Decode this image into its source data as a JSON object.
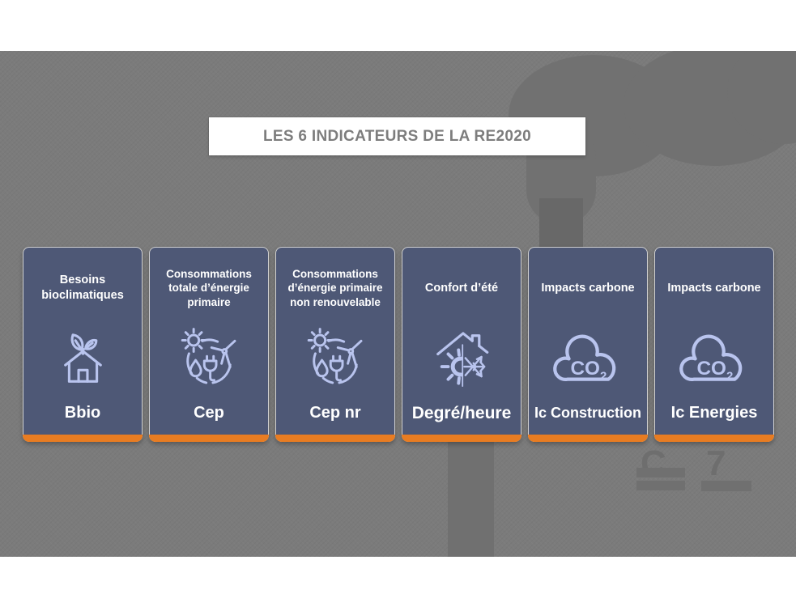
{
  "slide_title": {
    "text": "LES 6 INDICATEURS DE LA RE2020"
  },
  "colors": {
    "stage_gray": "#7b7b7b",
    "card_background": "#4e5876",
    "accent_orange": "#e87c22",
    "icon_periwinkle": "#b9c4ee",
    "title_text_gray": "#7d7d7d"
  },
  "cards": [
    {
      "title": "Besoins bioclimatiques",
      "label": "Bbio",
      "icon": "eco-house-icon"
    },
    {
      "title": "Consommations totale d’énergie primaire",
      "label": "Cep",
      "icon": "primary-energy-icon"
    },
    {
      "title": "Consommations d’énergie primaire non renouvelable",
      "label": "Cep nr",
      "icon": "primary-energy-icon"
    },
    {
      "title": "Confort d’été",
      "label": "Degré/heure",
      "icon": "summer-comfort-icon"
    },
    {
      "title": "Impacts carbone",
      "label": "Ic Construction",
      "icon": "co2-cloud-icon"
    },
    {
      "title": "Impacts carbone",
      "label": "Ic Energies",
      "icon": "co2-cloud-icon"
    }
  ],
  "co2_icon_text": {
    "main": "CO",
    "sub": "2"
  },
  "background_art": {
    "letter_c": "C",
    "letter_7": "7"
  }
}
